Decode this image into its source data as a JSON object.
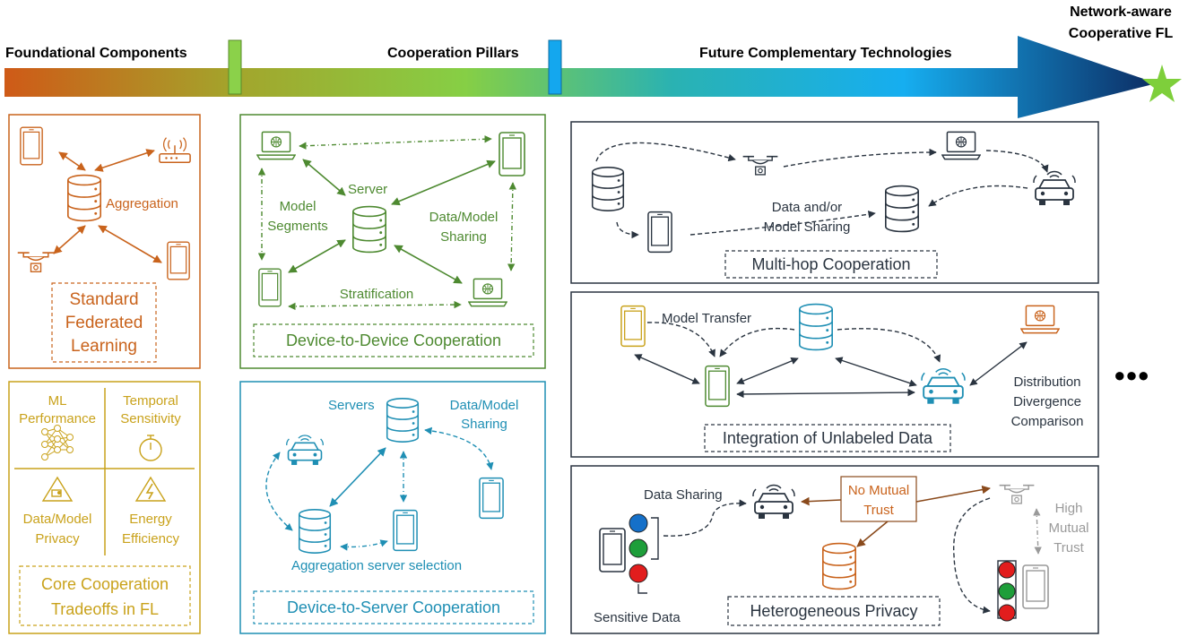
{
  "timeline": {
    "stage1": "Foundational Components",
    "stage2": "Cooperation Pillars",
    "stage3": "Future Complementary Technologies",
    "goal_line1": "Network-aware",
    "goal_line2": "Cooperative FL"
  },
  "colors": {
    "orange": "#c9631c",
    "green": "#4e8a31",
    "blue": "#1f8fb4",
    "gold": "#c9a21b",
    "dark": "#2a3440",
    "navy": "#0d2a5e",
    "star": "#7ecf3b"
  },
  "standard_fl": {
    "aggregation": "Aggregation",
    "title": [
      "Standard",
      "Federated",
      "Learning"
    ]
  },
  "tradeoffs": {
    "cells": [
      {
        "lines": [
          "ML",
          "Performance"
        ],
        "icon": "neural-network-icon"
      },
      {
        "lines": [
          "Temporal",
          "Sensitivity"
        ],
        "icon": "stopwatch-icon"
      },
      {
        "lines": [
          "Data/Model",
          "Privacy"
        ],
        "icon": "privacy-warning-icon"
      },
      {
        "lines": [
          "Energy",
          "Efficiency"
        ],
        "icon": "energy-warning-icon"
      }
    ],
    "title": [
      "Core Cooperation",
      "Tradeoffs in FL"
    ]
  },
  "d2d": {
    "server": "Server",
    "model_segments": [
      "Model",
      "Segments"
    ],
    "data_model_sharing": [
      "Data/Model",
      "Sharing"
    ],
    "stratification": "Stratification",
    "title": "Device-to-Device Cooperation"
  },
  "d2s": {
    "servers": "Servers",
    "data_model_sharing": [
      "Data/Model",
      "Sharing"
    ],
    "aggregation_selection": "Aggregation server selection",
    "title": "Device-to-Server Cooperation"
  },
  "multihop": {
    "sharing": [
      "Data and/or",
      "Model Sharing"
    ],
    "title": "Multi-hop Cooperation"
  },
  "unlabeled": {
    "model_transfer": "Model Transfer",
    "divergence": [
      "Distribution",
      "Divergence",
      "Comparison"
    ],
    "title": "Integration of Unlabeled Data"
  },
  "privacy": {
    "data_sharing": "Data Sharing",
    "no_trust": [
      "No Mutual",
      "Trust"
    ],
    "high_trust": [
      "High",
      "Mutual",
      "Trust"
    ],
    "sensitive": "Sensitive Data",
    "title": "Heterogeneous Privacy"
  },
  "more_glyph": "●●●"
}
